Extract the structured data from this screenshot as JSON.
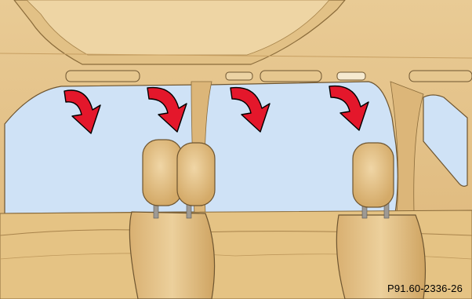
{
  "figure": {
    "reference_code": "P91.60-2336-26",
    "colors": {
      "interior": "#e8c68e",
      "interior_shadow": "#c9a064",
      "outline": "#6e5530",
      "window_glass": "#cfe2f6",
      "arrow_fill": "#e4172b",
      "arrow_outline": "#000000"
    },
    "arrows": [
      {
        "name": "window-curtain-arrow-1"
      },
      {
        "name": "window-curtain-arrow-2"
      },
      {
        "name": "window-curtain-arrow-3"
      },
      {
        "name": "window-curtain-arrow-4"
      }
    ]
  }
}
